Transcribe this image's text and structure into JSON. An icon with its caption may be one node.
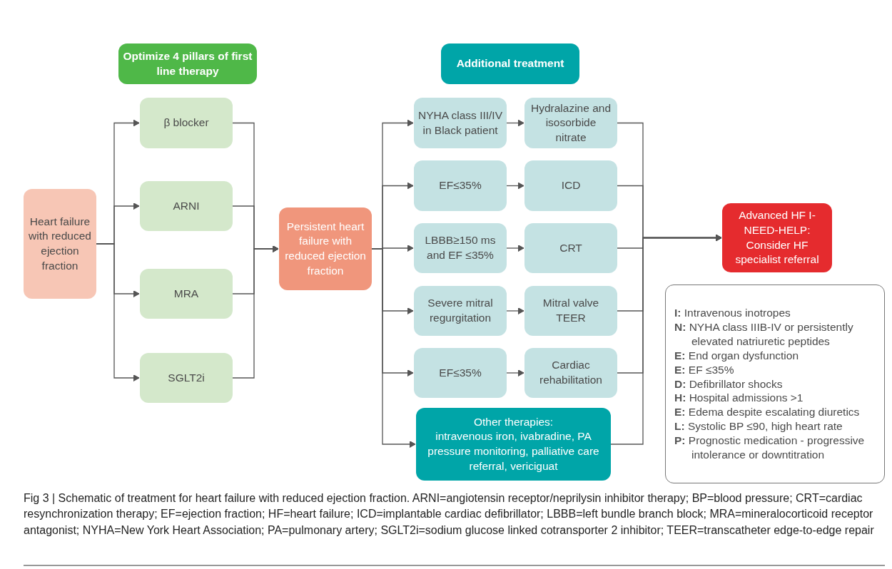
{
  "diagram": {
    "caption": "Fig 3 | Schematic of treatment for heart failure with reduced ejection fraction. ARNI=angiotensin receptor/neprilysin inhibitor therapy; BP=blood pressure; CRT=cardiac resynchronization therapy; EF=ejection fraction; HF=heart failure; ICD=implantable cardiac defibrillator; LBBB=left bundle branch block; MRA=mineralocorticoid receptor antagonist; NYHA=New York Heart Association; PA=pulmonary artery; SGLT2i=sodium glucose linked cotransporter 2 inhibitor; TEER=transcatheter edge-to-edge repair",
    "nodes": [
      {
        "text": [
          "Optimize 4 pillars of first line therapy"
        ]
      },
      {
        "text": [
          "Heart failure with reduced ejection fraction"
        ]
      },
      {
        "text": [
          "β blocker"
        ]
      },
      {
        "text": [
          "ARNI"
        ]
      },
      {
        "text": [
          "MRA"
        ]
      },
      {
        "text": [
          "SGLT2i"
        ]
      },
      {
        "text": [
          "Persistent heart failure with reduced ejection fraction"
        ]
      },
      {
        "text": [
          "Additional treatment"
        ]
      },
      {
        "text": [
          "NYHA class III/IV in Black patient"
        ]
      },
      {
        "text": [
          "Hydralazine and isosorbide nitrate"
        ]
      },
      {
        "text": [
          "EF≤35%"
        ]
      },
      {
        "text": [
          "ICD"
        ]
      },
      {
        "text": [
          "LBBB≥150 ms and EF ≤35%"
        ]
      },
      {
        "text": [
          "CRT"
        ]
      },
      {
        "text": [
          "Severe mitral regurgitation"
        ]
      },
      {
        "text": [
          "Mitral valve TEER"
        ]
      },
      {
        "text": [
          "EF≤35%"
        ]
      },
      {
        "text": [
          "Cardiac rehabilitation"
        ]
      },
      {
        "text": [
          "Other therapies:",
          "intravenous iron, ivabradine, PA pressure monitoring, palliative care referral, vericiguat"
        ]
      },
      {
        "text": [
          "Advanced HF I-NEED-HELP: Consider HF specialist referral"
        ]
      },
      {
        "text": [
          "**I:** Intravenous inotropes",
          "**N:** NYHA class IIIB-IV or persistently elevated natriuretic peptides",
          "**E:** End organ dysfunction",
          "**E:** EF ≤35%",
          "**D:** Defibrillator shocks",
          "**H:** Hospital admissions >1",
          "**E:** Edema despite escalating diuretics",
          "**L:** Systolic BP ≤90, high heart rate",
          "**P:** Prognostic medication - progressive intolerance or downtitration"
        ]
      }
    ],
    "edges": [
      {
        "from": 1,
        "to": 2,
        "arrow": "to"
      },
      {
        "from": 1,
        "to": 3,
        "arrow": "to"
      },
      {
        "from": 1,
        "to": 4,
        "arrow": "to"
      },
      {
        "from": 1,
        "to": 5,
        "arrow": "to"
      },
      {
        "from": 2,
        "to": 6,
        "arrow": "to"
      },
      {
        "from": 3,
        "to": 6,
        "arrow": "to"
      },
      {
        "from": 4,
        "to": 6,
        "arrow": "to"
      },
      {
        "from": 5,
        "to": 6,
        "arrow": "to"
      },
      {
        "from": 6,
        "to": 8,
        "arrow": "to"
      },
      {
        "from": 6,
        "to": 10,
        "arrow": "to"
      },
      {
        "from": 6,
        "to": 12,
        "arrow": "to"
      },
      {
        "from": 6,
        "to": 14,
        "arrow": "to"
      },
      {
        "from": 6,
        "to": 16,
        "arrow": "to"
      },
      {
        "from": 6,
        "to": 18,
        "arrow": "to"
      },
      {
        "from": 8,
        "to": 9,
        "arrow": "to"
      },
      {
        "from": 10,
        "to": 11,
        "arrow": "to"
      },
      {
        "from": 12,
        "to": 13,
        "arrow": "to"
      },
      {
        "from": 14,
        "to": 15,
        "arrow": "to"
      },
      {
        "from": 16,
        "to": 17,
        "arrow": "to"
      },
      {
        "from": 9,
        "to": 19,
        "arrow": "to"
      },
      {
        "from": 11,
        "to": 19,
        "arrow": "to"
      },
      {
        "from": 13,
        "to": 19,
        "arrow": "to"
      },
      {
        "from": 15,
        "to": 19,
        "arrow": "to"
      },
      {
        "from": 17,
        "to": 19,
        "arrow": "to"
      },
      {
        "from": 18,
        "to": 19,
        "arrow": "to"
      }
    ]
  }
}
